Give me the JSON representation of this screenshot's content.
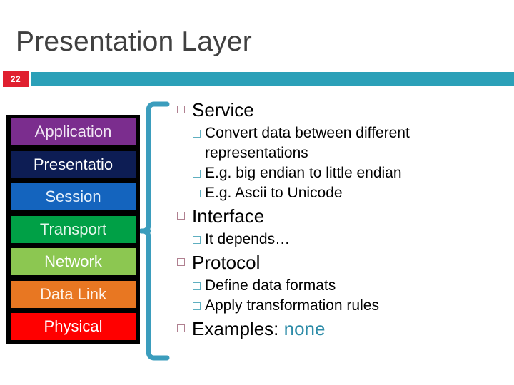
{
  "slide": {
    "title": "Presentation Layer",
    "page_number": "22",
    "band_color": "#2BA0B8",
    "badge_color": "#E02030",
    "title_color": "#404040",
    "accent_color": "#2E8CA8"
  },
  "osi_stack": {
    "name": "osi-layer-stack",
    "frame_color": "#000000",
    "highlighted_layer": "Presentatio",
    "layers": [
      {
        "label": "Application",
        "color": "#7B2D8E",
        "text_color": "#F2E8F5"
      },
      {
        "label": "Presentatio",
        "color": "#0D1D54",
        "text_color": "#FFFFFF"
      },
      {
        "label": "Session",
        "color": "#1464BE",
        "text_color": "#E8F2FC"
      },
      {
        "label": "Transport",
        "color": "#00A046",
        "text_color": "#E6F7EC"
      },
      {
        "label": "Network",
        "color": "#8CC751",
        "text_color": "#FFFFFF"
      },
      {
        "label": "Data Link",
        "color": "#E87722",
        "text_color": "#FFF3E8"
      },
      {
        "label": "Physical",
        "color": "#FF0000",
        "text_color": "#FFFFFF"
      }
    ]
  },
  "bracket": {
    "name": "teal-bracket-pointer",
    "color": "#3B9DBD",
    "points_to": "Presentatio"
  },
  "content": {
    "sections": [
      {
        "heading": "Service",
        "heading_accent": "",
        "items": [
          "Convert data between different representations",
          "E.g. big endian to little endian",
          "E.g. Ascii to Unicode"
        ]
      },
      {
        "heading": "Interface",
        "heading_accent": "",
        "items": [
          "It depends…"
        ]
      },
      {
        "heading": "Protocol",
        "heading_accent": "",
        "items": [
          "Define data formats",
          "Apply transformation rules"
        ]
      },
      {
        "heading": "Examples:",
        "heading_accent": "none",
        "items": []
      }
    ]
  }
}
